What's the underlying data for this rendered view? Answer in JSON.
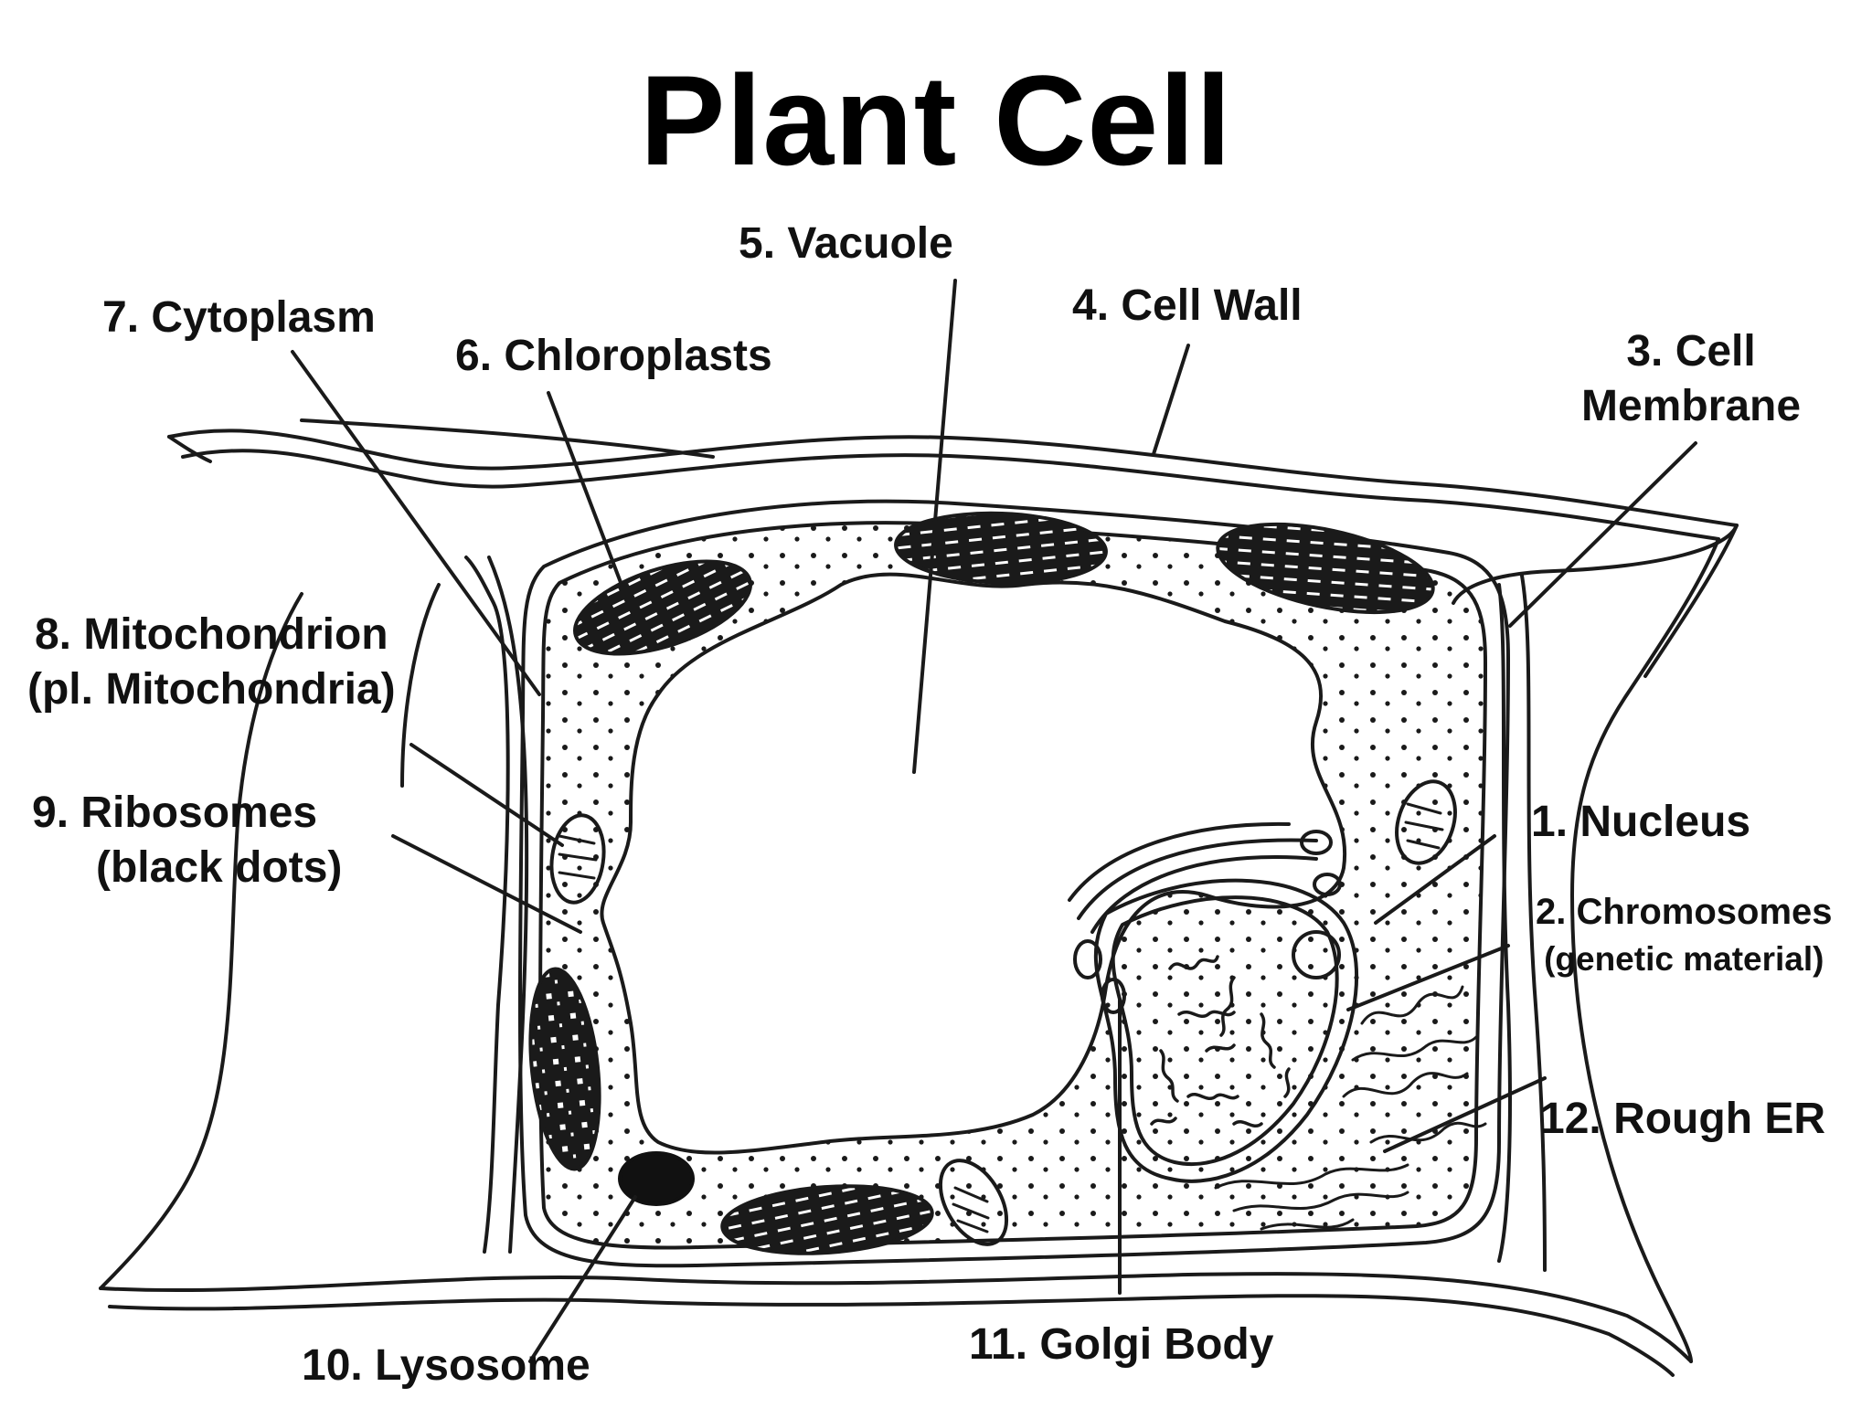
{
  "title": "Plant Cell",
  "labels": {
    "nucleus": "1. Nucleus",
    "chromosomes_1": "2. Chromosomes",
    "chromosomes_2": "(genetic material)",
    "cell_membrane_1": "3. Cell",
    "cell_membrane_2": "Membrane",
    "cell_wall": "4. Cell Wall",
    "vacuole": "5. Vacuole",
    "chloroplasts": "6. Chloroplasts",
    "cytoplasm": "7. Cytoplasm",
    "mitochondrion_1": "8. Mitochondrion",
    "mitochondrion_2": "(pl. Mitochondria)",
    "ribosomes_1": "9. Ribosomes",
    "ribosomes_2": "(black dots)",
    "lysosome": "10. Lysosome",
    "golgi": "11. Golgi Body",
    "rough_er": "12. Rough ER"
  },
  "colors": {
    "ink": "#1a1a1a",
    "background": "#ffffff"
  }
}
